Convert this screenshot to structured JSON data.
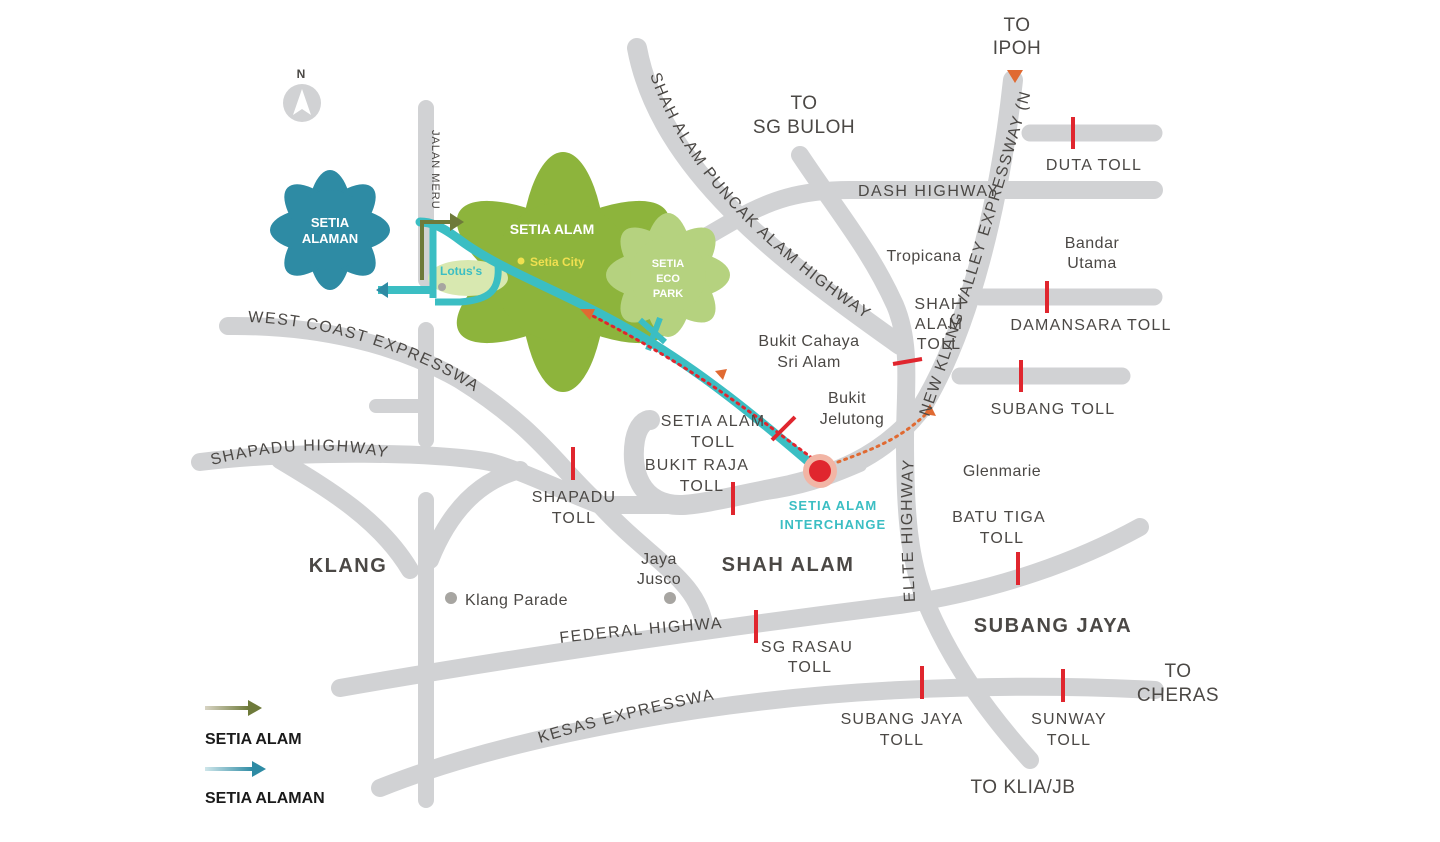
{
  "compass": {
    "label": "N"
  },
  "developments": {
    "setia_alaman": [
      "SETIA",
      "ALAMAN"
    ],
    "setia_alam": "SETIA ALAM",
    "setia_eco_park": [
      "SETIA",
      "ECO",
      "PARK"
    ],
    "setia_city": "Setia City",
    "lotus": "Lotus's"
  },
  "roads": {
    "jalan_meru": "JALAN MERU",
    "shah_alam_puncak_alam_highway": "SHAH ALAM PUNCAK ALAM HIGHWAY",
    "dash_highway": "DASH HIGHWAY",
    "nkve": "NEW KLANG VALLEY EXPRESSWAY (NKVE)",
    "west_coast_expressway": "WEST COAST EXPRESSWAY",
    "shapadu_highway": "SHAPADU HIGHWAY",
    "elite_highway": "ELITE HIGHWAY",
    "federal_highway": "FEDERAL HIGHWAY",
    "kesas_expressway": "KESAS EXPRESSWAY"
  },
  "destinations": {
    "ipoh": [
      "TO",
      "IPOH"
    ],
    "sg_buloh": [
      "TO",
      "SG BULOH"
    ],
    "cheras": [
      "TO",
      "CHERAS"
    ],
    "klia_jb": "TO KLIA/JB"
  },
  "tolls": {
    "duta": "DUTA TOLL",
    "damansara": "DAMANSARA TOLL",
    "subang": "SUBANG TOLL",
    "shah_alam": [
      "SHAH",
      "ALAM",
      "TOLL"
    ],
    "setia_alam": [
      "SETIA ALAM",
      "TOLL"
    ],
    "bukit_raja": [
      "BUKIT RAJA",
      "TOLL"
    ],
    "shapadu": [
      "SHAPADU",
      "TOLL"
    ],
    "batu_tiga": [
      "BATU TIGA",
      "TOLL"
    ],
    "sg_rasau": [
      "SG RASAU",
      "TOLL"
    ],
    "subang_jaya": [
      "SUBANG JAYA",
      "TOLL"
    ],
    "sunway": [
      "SUNWAY",
      "TOLL"
    ]
  },
  "places": {
    "tropicana": "Tropicana",
    "bandar_utama": [
      "Bandar",
      "Utama"
    ],
    "bukit_cahaya": [
      "Bukit Cahaya",
      "Sri Alam"
    ],
    "bukit_jelutong": [
      "Bukit",
      "Jelutong"
    ],
    "glenmarie": "Glenmarie",
    "jaya_jusco": [
      "Jaya",
      "Jusco"
    ],
    "klang_parade": "Klang Parade"
  },
  "areas": {
    "klang": "KLANG",
    "shah_alam": "SHAH ALAM",
    "subang_jaya": "SUBANG JAYA"
  },
  "interchange": [
    "SETIA ALAM",
    "INTERCHANGE"
  ],
  "legend": {
    "setia_alam": "SETIA ALAM",
    "setia_alaman": "SETIA ALAMAN"
  },
  "colors": {
    "road": "#d1d2d4",
    "toll": "#e0262e",
    "setia_alam_green": "#8db43c",
    "setia_alaman_blue": "#2e8ba4",
    "eco_park_green": "#b5d27f",
    "route_teal": "#3bbec3",
    "route_orange": "#e06a32",
    "legend_olive": "#6e7a3a",
    "text": "#4b4845"
  }
}
